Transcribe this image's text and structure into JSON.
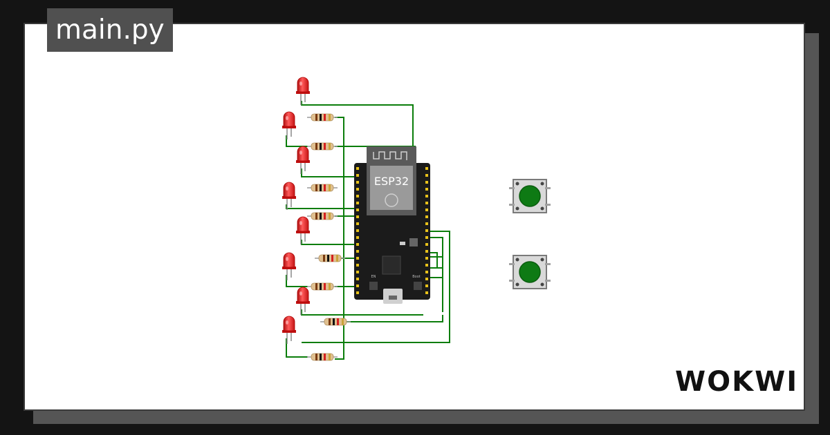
{
  "file_tab": {
    "label": "main.py"
  },
  "board": {
    "label": "ESP32",
    "boot_label": "Boot",
    "en_label": "EN"
  },
  "brand": {
    "name": "WOKWI"
  },
  "colors": {
    "background": "#141414",
    "canvas": "#ffffff",
    "wire": "#0a7d0a",
    "led": "#e01c1c",
    "button_cap": "#0e7a14",
    "board": "#1b1b1b",
    "pin": "#e8c21a"
  },
  "components": {
    "leds": 8,
    "resistors": 8,
    "buttons": 2
  }
}
